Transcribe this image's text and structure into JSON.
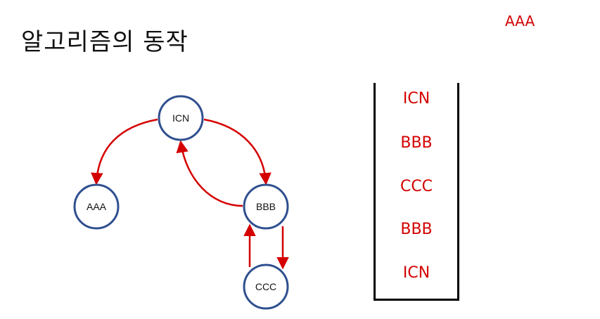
{
  "title": "알고리즘의 동작",
  "popped_label": "AAA",
  "colors": {
    "edge": "#d40000",
    "node_stroke": "#2f4f8f",
    "stack_text": "#d40000"
  },
  "graph": {
    "nodes": [
      {
        "id": "ICN",
        "label": "ICN"
      },
      {
        "id": "AAA",
        "label": "AAA"
      },
      {
        "id": "BBB",
        "label": "BBB"
      },
      {
        "id": "CCC",
        "label": "CCC"
      }
    ],
    "edges": [
      {
        "from": "ICN",
        "to": "AAA"
      },
      {
        "from": "ICN",
        "to": "BBB"
      },
      {
        "from": "BBB",
        "to": "ICN"
      },
      {
        "from": "BBB",
        "to": "CCC"
      },
      {
        "from": "CCC",
        "to": "BBB"
      }
    ]
  },
  "stack": {
    "items": [
      "ICN",
      "BBB",
      "CCC",
      "BBB",
      "ICN"
    ]
  }
}
